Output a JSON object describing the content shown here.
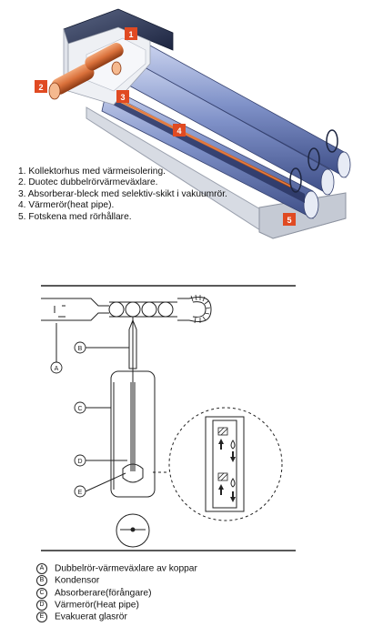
{
  "callouts_top": [
    "1",
    "2",
    "3",
    "4",
    "5"
  ],
  "legend_top": [
    "1. Kollektorhus med värmeisolering.",
    "2. Duotec dubbelrörvärmeväxlare.",
    "3. Absorberar-bleck med selektiv-skikt i vakuumrör.",
    "4. Värmerör(heat pipe).",
    "5. Fotskena med rörhållare."
  ],
  "diagram_letters": [
    "A",
    "B",
    "C",
    "D",
    "E"
  ],
  "legend_bottom": [
    {
      "letter": "A",
      "text": "Dubbelrör-värmeväxlare av koppar"
    },
    {
      "letter": "B",
      "text": "Kondensor"
    },
    {
      "letter": "C",
      "text": "Absorberare(förångare)"
    },
    {
      "letter": "D",
      "text": "Värmerör(Heat pipe)"
    },
    {
      "letter": "E",
      "text": "Evakuerat glasrör"
    }
  ],
  "colors": {
    "callout_red": "#e04a22",
    "housing_dark": "#2f3a55",
    "tube_blue": "#7d8fc4",
    "copper": "#d9703a",
    "line": "#222222"
  }
}
